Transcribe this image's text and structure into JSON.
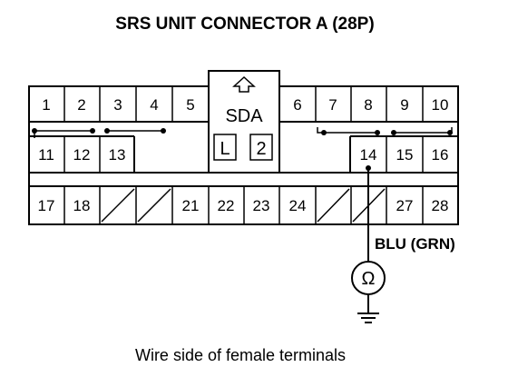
{
  "title": "SRS UNIT CONNECTOR A (28P)",
  "center_label": "SDA",
  "center_keys": [
    "L",
    "2"
  ],
  "rows": {
    "top": [
      "1",
      "2",
      "3",
      "4",
      "5",
      "6",
      "7",
      "8",
      "9",
      "10"
    ],
    "middle": [
      "11",
      "12",
      "13",
      "14",
      "15",
      "16"
    ],
    "bottom": [
      "17",
      "18",
      "21",
      "22",
      "23",
      "24",
      "27",
      "28"
    ]
  },
  "wire_label": "BLU (GRN)",
  "meter_symbol": "Ω",
  "caption": "Wire side of female terminals"
}
